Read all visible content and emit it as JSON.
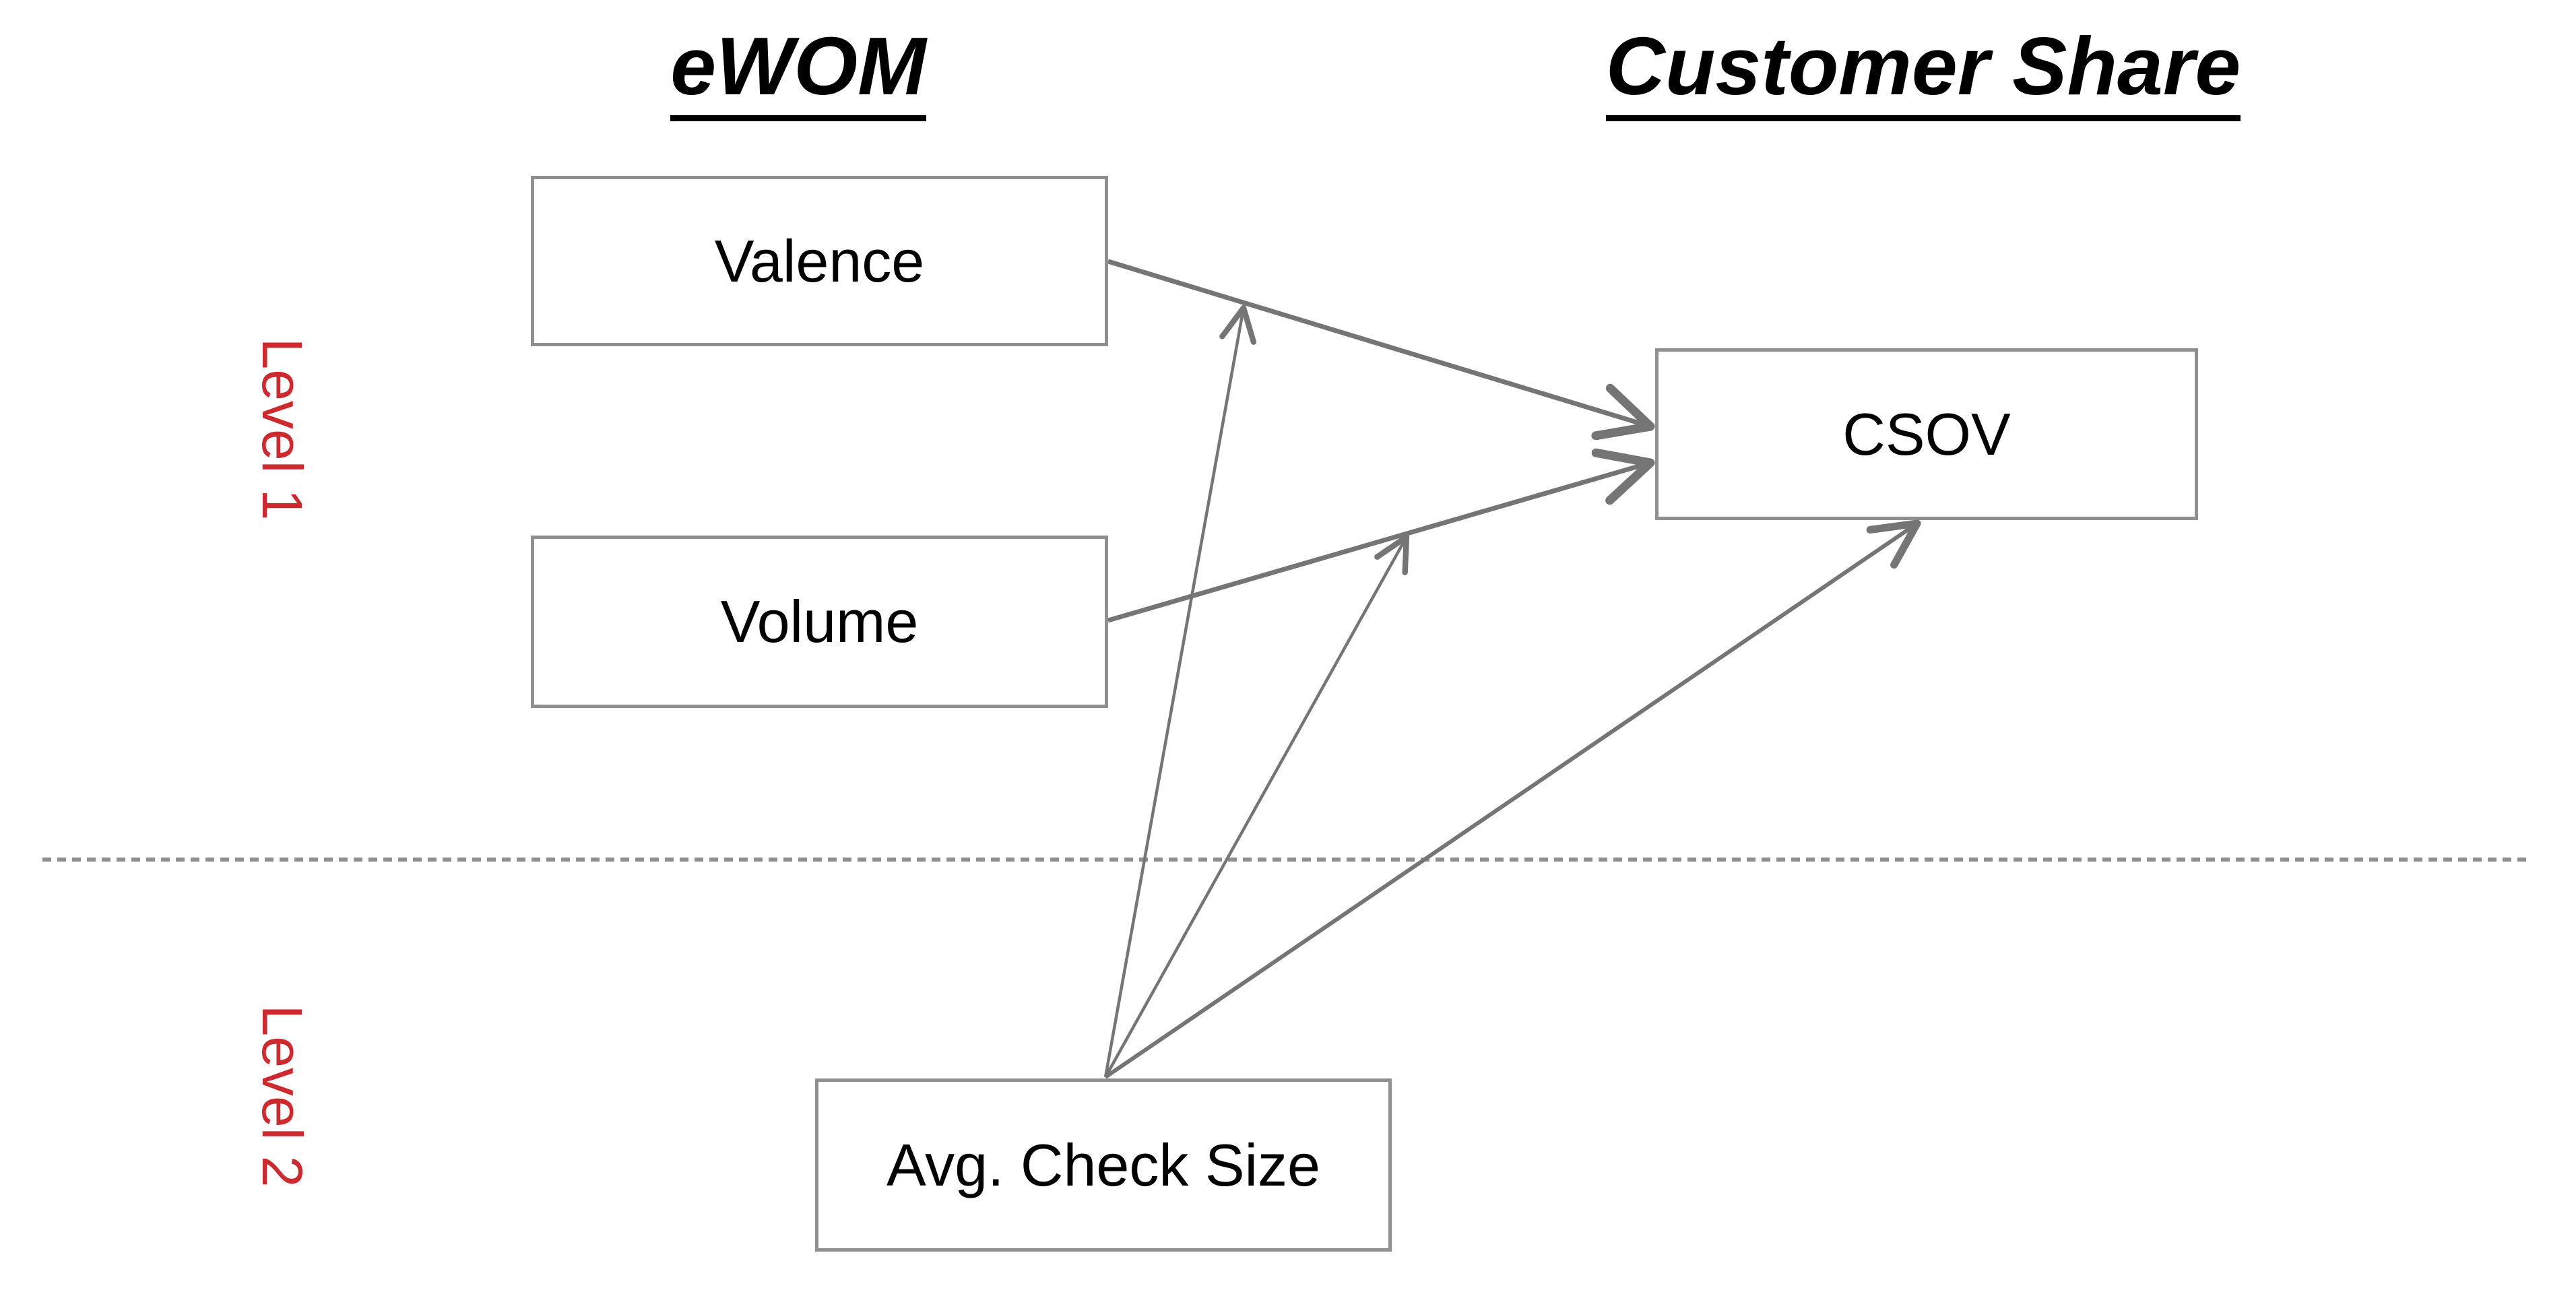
{
  "diagram": {
    "title_columns": {
      "ewom": "eWOM",
      "customer_share": "Customer Share"
    },
    "level_labels": {
      "level1": "Level 1",
      "level2": "Level 2"
    },
    "nodes": {
      "valence": "Valence",
      "volume": "Volume",
      "csov": "CSOV",
      "avg_check_size": "Avg. Check Size"
    },
    "edges": [
      {
        "from": "Valence",
        "to": "CSOV",
        "type": "direct-arrow"
      },
      {
        "from": "Volume",
        "to": "CSOV",
        "type": "direct-arrow"
      },
      {
        "from": "Avg. Check Size",
        "to": "CSOV",
        "type": "direct-arrow"
      },
      {
        "from": "Avg. Check Size",
        "to": "Valence-CSOV path",
        "type": "moderation-arrow"
      },
      {
        "from": "Avg. Check Size",
        "to": "Volume-CSOV path",
        "type": "moderation-arrow"
      }
    ],
    "divider": {
      "style": "dashed",
      "separates": [
        "Level 1",
        "Level 2"
      ]
    },
    "colors": {
      "level_label_red": "#cd2a30",
      "arrow_gray": "#757575",
      "box_border_gray": "#8f8f8f",
      "text_black": "#000000",
      "background": "#ffffff"
    }
  }
}
